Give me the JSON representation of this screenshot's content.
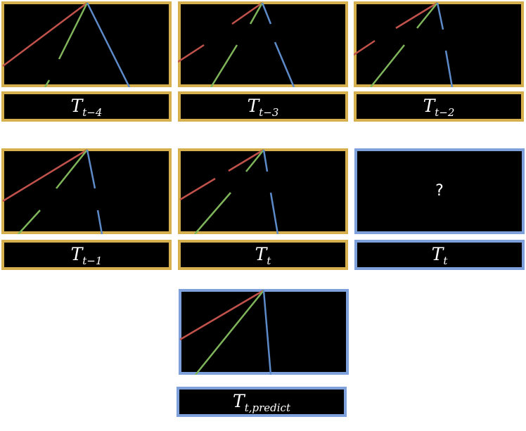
{
  "colors": {
    "history_border": "#d6b04f",
    "target_border": "#7ea1dc",
    "red": "#c0524b",
    "green": "#7fb55a",
    "blue": "#5d8ac8"
  },
  "frames": [
    {
      "label_base": "T",
      "label_sub": "t−4"
    },
    {
      "label_base": "T",
      "label_sub": "t−3"
    },
    {
      "label_base": "T",
      "label_sub": "t−2"
    },
    {
      "label_base": "T",
      "label_sub": "t−1"
    },
    {
      "label_base": "T",
      "label_sub": "t"
    },
    {
      "label_base": "T",
      "label_sub": "t",
      "placeholder": "?"
    },
    {
      "label_base": "T",
      "label_sub": "t,predict"
    }
  ]
}
